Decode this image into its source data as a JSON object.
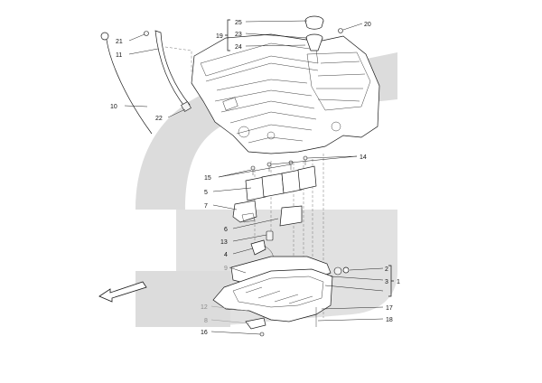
{
  "diagram": {
    "callouts": {
      "c1": "1",
      "c2": "2",
      "c3": "3",
      "c4": "4",
      "c5": "5",
      "c6": "6",
      "c7": "7",
      "c8": "8",
      "c9": "9",
      "c10": "10",
      "c11": "11",
      "c12": "12",
      "c13": "13",
      "c14": "14",
      "c15": "15",
      "c16": "16",
      "c17": "17",
      "c18": "18",
      "c19": "19",
      "c20": "20",
      "c21": "21",
      "c22": "22",
      "c23": "23",
      "c24": "24",
      "c25": "25"
    },
    "colors": {
      "watermark": "#d9d9d9",
      "line": "#1a1a1a",
      "dim_label": "#8a8a8a"
    },
    "icons": [
      "watermark-logo-icon",
      "direction-arrow-icon"
    ]
  }
}
